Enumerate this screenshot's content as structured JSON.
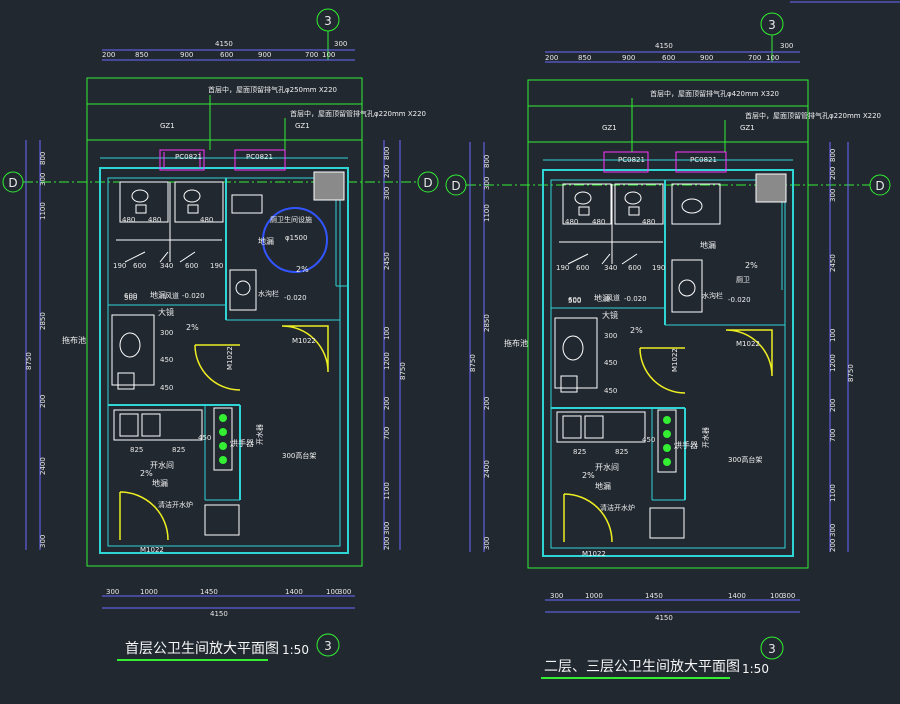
{
  "colors": {
    "background": "#212830",
    "wall": "#2fd4d4",
    "outline": "#33ee33",
    "dimension": "#6a6aff",
    "fixture": "#ffffff",
    "door": "#eeee22",
    "accent": "#ff33ff",
    "text": "#f0f0f0"
  },
  "axis_labels": {
    "grid_3": "3",
    "grid_d": "D"
  },
  "plans": [
    {
      "title": "首层公卫生间放大平面图",
      "scale": "1:50",
      "overall_width": "4150",
      "top_dims": [
        "200",
        "850",
        "900",
        "600",
        "900",
        "700",
        "100",
        "300"
      ],
      "bottom_dims": [
        "300",
        "1000",
        "1450",
        "1400",
        "100",
        "300"
      ],
      "left_dims": [
        "800",
        "300",
        "1100",
        "2850",
        "8750",
        "2400",
        "300"
      ],
      "left_sub_dims": [
        "200"
      ],
      "right_dims": [
        "800",
        "200",
        "300",
        "2450",
        "100",
        "1200",
        "8750",
        "200",
        "700",
        "1100",
        "300",
        "200"
      ],
      "fixture_dims": [
        "480",
        "480",
        "480",
        "190",
        "600",
        "340",
        "600",
        "190",
        "600",
        "500",
        "300",
        "450",
        "450",
        "825",
        "825",
        "450"
      ],
      "labels": {
        "vent_note_1": "首层中，屋面顶留排气孔φ250mm X220",
        "vent_note_2": "首层中，屋面顶留管排气孔φ220mm X220",
        "gz_1": "GZ1",
        "gz_2": "GZ1",
        "pc_1": "PC0821",
        "pc_2": "PC0821",
        "duct": "风道",
        "accessible_toilet": "厕卫生间设施",
        "floor_drain_1": "地漏",
        "floor_drain_2": "地漏",
        "floor_drain_3": "地漏",
        "slope_1": "-0.020",
        "slope_2": "-0.020",
        "mirror": "大镜",
        "grade_1": "2%",
        "grade_2": "2%",
        "grade_3": "2%",
        "door_m1": "M1022",
        "door_m2": "M1022",
        "door_m3": "M1022",
        "mop_sink": "拖布池",
        "tap": "开水器",
        "hand_dryer": "烘手器",
        "stand_sink": "300高台架",
        "rod": "水沟栏",
        "cleaning": "清洁开水炉",
        "sink_label": "开水间",
        "circle_label": "φ1500"
      }
    },
    {
      "title": "二层、三层公卫生间放大平面图",
      "scale": "1:50",
      "overall_width": "4150",
      "top_dims": [
        "200",
        "850",
        "900",
        "600",
        "900",
        "700",
        "100",
        "300"
      ],
      "bottom_dims": [
        "300",
        "1000",
        "1450",
        "1400",
        "100",
        "300"
      ],
      "left_dims": [
        "800",
        "300",
        "1100",
        "2850",
        "8750",
        "2400",
        "300"
      ],
      "left_sub_dims": [
        "200"
      ],
      "right_dims": [
        "800",
        "200",
        "300",
        "2450",
        "100",
        "1200",
        "8750",
        "200",
        "700",
        "1100",
        "300",
        "200"
      ],
      "fixture_dims": [
        "480",
        "480",
        "480",
        "190",
        "600",
        "340",
        "600",
        "190",
        "600",
        "500",
        "300",
        "450",
        "450",
        "825",
        "825",
        "450"
      ],
      "labels": {
        "vent_note_1": "首层中，屋面顶留排气孔φ420mm X320",
        "vent_note_2": "首层中，屋面顶留管排气孔φ220mm X220",
        "gz_1": "GZ1",
        "gz_2": "GZ1",
        "pc_1": "PC0821",
        "pc_2": "PC0821",
        "duct": "风道",
        "floor_drain_1": "地漏",
        "floor_drain_2": "地漏",
        "floor_drain_3": "地漏",
        "slope_1": "-0.020",
        "slope_2": "-0.020",
        "mirror": "大镜",
        "grade_1": "2%",
        "grade_2": "2%",
        "grade_3": "2%",
        "door_m1": "M1022",
        "door_m2": "M1022",
        "door_m3": "M1022",
        "mop_sink": "拖布池",
        "tap": "开水器",
        "hand_dryer": "烘手器",
        "stand_sink": "300高台架",
        "rod": "水沟栏",
        "cleaning": "清洁开水炉",
        "sink_label": "开水间",
        "closet": "厕卫"
      }
    }
  ]
}
